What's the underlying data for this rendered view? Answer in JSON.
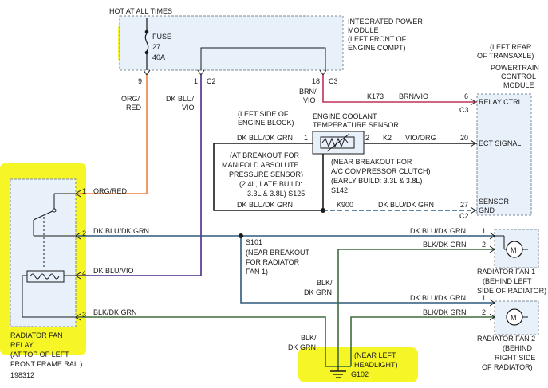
{
  "colors": {
    "highlight": "#f5f51a",
    "box_fill": "#e8f1fa",
    "wire_org_red": "#f08040",
    "wire_dk_blu_vio": "#4b2a8a",
    "wire_dk_blu_dk_grn": "#2f5a7a",
    "wire_blk_dk_grn": "#3d6b3d",
    "wire_brn_vio": "#c0305a",
    "wire_black": "#1a1a1a"
  },
  "ipm": {
    "hot_label": "HOT AT ALL TIMES",
    "fuse_label": "FUSE",
    "fuse_num": "27",
    "fuse_amp": "40A",
    "title1": "INTEGRATED POWER",
    "title2": "MODULE",
    "loc1": "(LEFT FRONT OF",
    "loc2": "ENGINE COMPT)",
    "pin9": "9",
    "pin1": "1",
    "conn_c2": "C2",
    "pin18": "18",
    "conn_c3": "C3"
  },
  "wires": {
    "org_red_1": "ORG/",
    "org_red_2": "RED",
    "dk_blu_vio_1": "DK BLU/",
    "dk_blu_vio_2": "VIO",
    "brn_vio_1": "BRN/",
    "brn_vio_2": "VIO",
    "k173": "K173",
    "brn_vio_h": "BRN/VIO",
    "dk_blu_dk_grn_ect": "DK BLU/DK GRN",
    "k2": "K2",
    "vio_org": "VIO/ORG",
    "dk_blu_dk_grn_s125": "DK BLU/DK GRN",
    "k900": "K900",
    "dk_blu_dk_grn_pcm": "DK BLU/DK GRN",
    "relay_org_red": "ORG/RED",
    "relay_dk_blu_dk_grn": "DK BLU/DK GRN",
    "relay_dk_blu_vio": "DK BLU/VIO",
    "relay_blk_dk_grn": "BLK/DK GRN",
    "fan1_dk_blu_dk_grn": "DK BLU/DK GRN",
    "fan1_blk_dk_grn": "BLK/DK GRN",
    "fan2_dk_blu_dk_grn": "DK BLU/DK GRN",
    "fan2_blk_dk_grn": "BLK/DK GRN",
    "blk_dk_grn_v1_1": "BLK/",
    "blk_dk_grn_v1_2": "DK GRN",
    "blk_dk_grn_v2_1": "BLK/",
    "blk_dk_grn_v2_2": "DK GRN"
  },
  "pcm": {
    "loc1": "(LEFT REAR",
    "loc2": "OF TRANSAXLE)",
    "title1": "POWERTRAIN",
    "title2": "CONTROL",
    "title3": "MODULE",
    "pin6": "6",
    "relay_ctrl": "RELAY CTRL",
    "conn_c3": "C3",
    "pin20": "20",
    "ect_signal": "ECT SIGNAL",
    "pin27": "27",
    "sensor": "SENSOR",
    "gnd": "GND",
    "conn_c2": "C2"
  },
  "ect": {
    "loc1": "(LEFT SIDE OF",
    "loc2": "ENGINE BLOCK)",
    "title1": "ENGINE COOLANT",
    "title2": "TEMPERATURE SENSOR",
    "pin1": "1",
    "pin2": "2"
  },
  "notes": {
    "map1": "(AT BREAKOUT FOR",
    "map2": "MANIFOLD ABSOLUTE",
    "map3": "PRESSURE SENSOR)",
    "map4": "(2.4L, LATE BUILD:",
    "map5": "3.3L & 3.8L) S125",
    "ac1": "(NEAR BREAKOUT FOR",
    "ac2": "A/C COMPRESSOR CLUTCH)",
    "ac3": "(EARLY BUILD: 3.3L & 3.8L)",
    "ac4": "S142",
    "s101": "S101",
    "fan_bk1": "(NEAR BREAKOUT",
    "fan_bk2": "FOR RADIATOR",
    "fan_bk3": "FAN 1)"
  },
  "relay": {
    "pin1": "1",
    "pin2": "2",
    "pin4": "4",
    "pin3": "3",
    "title1": "RADIATOR FAN",
    "title2": "RELAY",
    "loc1": "(AT TOP OF LEFT",
    "loc2": "FRONT FRAME RAIL)"
  },
  "fan1": {
    "pin1": "1",
    "pin2": "2",
    "motor": "M",
    "title": "RADIATOR FAN 1",
    "loc1": "(BEHIND LEFT",
    "loc2": "SIDE OF RADIATOR)"
  },
  "fan2": {
    "pin1": "1",
    "pin2": "2",
    "motor": "M",
    "title": "RADIATOR FAN 2",
    "loc1": "(BEHIND",
    "loc2": "RIGHT SIDE",
    "loc3": "OF RADIATOR)"
  },
  "ground": {
    "loc1": "(NEAR LEFT",
    "loc2": "HEADLIGHT)",
    "id": "G102"
  },
  "figure_id": "198312"
}
